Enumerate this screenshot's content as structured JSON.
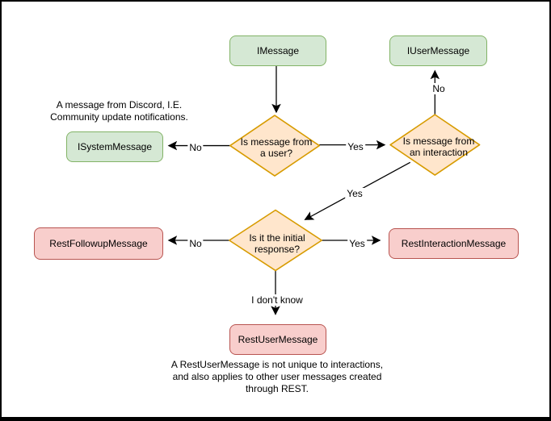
{
  "colors": {
    "background": "#ffffff",
    "frame_border": "#000000",
    "edge": "#000000",
    "text": "#000000",
    "green_fill": "#d5e8d4",
    "green_stroke": "#82b366",
    "orange_fill": "#ffe6cc",
    "orange_stroke": "#d79b00",
    "red_fill": "#f8cecc",
    "red_stroke": "#b85450"
  },
  "nodes": {
    "imessage": {
      "label": "IMessage"
    },
    "iusermessage": {
      "label": "IUserMessage"
    },
    "isystemmessage": {
      "label": "ISystemMessage"
    },
    "restfollowupmessage": {
      "label": "RestFollowupMessage"
    },
    "restinteractionmessage": {
      "label": "RestInteractionMessage"
    },
    "restusermessage": {
      "label": "RestUserMessage"
    }
  },
  "decisions": {
    "from_user": {
      "line1": "Is message from",
      "line2": "a user?"
    },
    "from_interaction": {
      "line1": "Is message from",
      "line2": "an interaction"
    },
    "initial_response": {
      "line1": "Is it the initial",
      "line2": "response?"
    }
  },
  "edge_labels": {
    "no_to_systemmessage": "No",
    "yes_to_interaction": "Yes",
    "no_to_usermessage": "No",
    "yes_to_initial": "Yes",
    "no_to_followup": "No",
    "yes_to_interactionmessage": "Yes",
    "i_dont_know": "I don't know"
  },
  "notes": {
    "system_line1": "A message from Discord, I.E.",
    "system_line2": "Community update notifications.",
    "rest_line1": "A RestUserMessage is not unique to interactions,",
    "rest_line2": "and also applies to other user messages created",
    "rest_line3": "through REST."
  }
}
